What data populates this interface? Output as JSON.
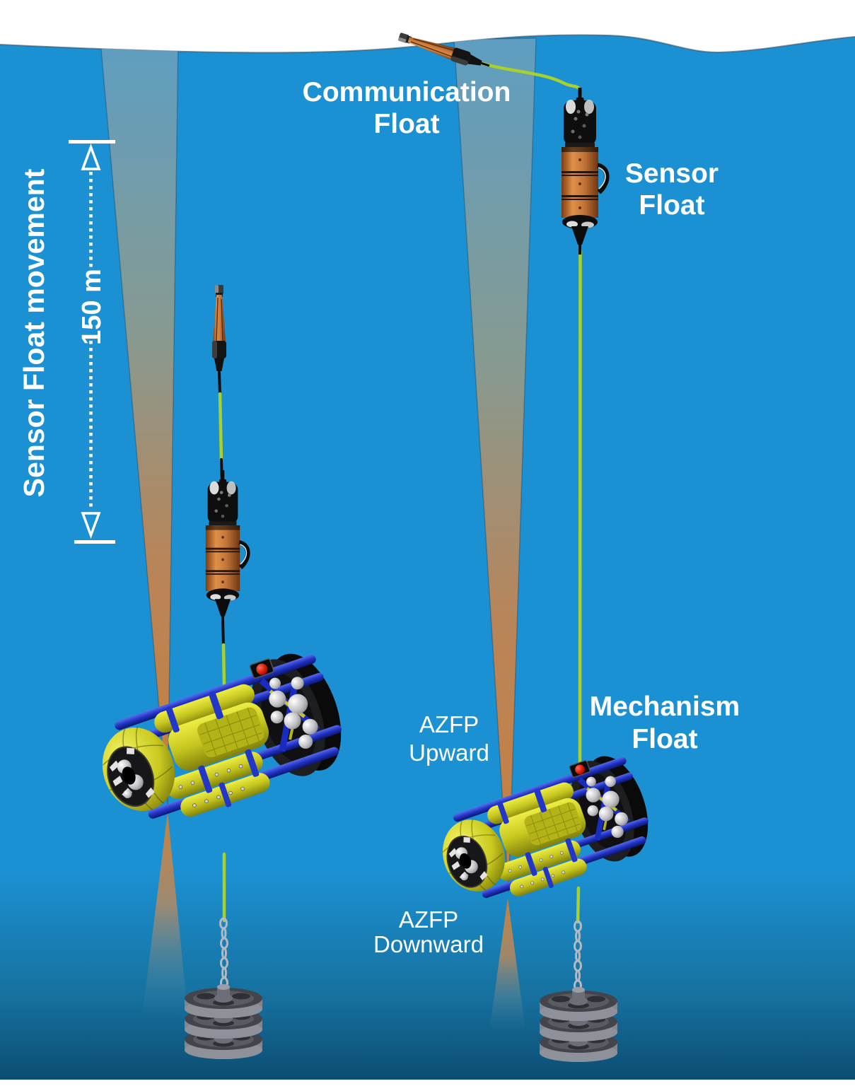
{
  "diagram": {
    "labels": {
      "communication_float": {
        "line1": "Communication",
        "line2": "Float"
      },
      "sensor_float": {
        "line1": "Sensor",
        "line2": "Float"
      },
      "mechanism_float": {
        "line1": "Mechanism",
        "line2": "Float"
      },
      "azfp_upward": {
        "line1": "AZFP",
        "line2": "Upward"
      },
      "azfp_downward": {
        "line1": "AZFP",
        "line2": "Downward"
      },
      "movement_axis": "Sensor Float movement",
      "movement_distance": "150 m"
    },
    "icons": {
      "measure_arrow": "double-headed-dotted-arrow-icon"
    },
    "colors": {
      "sky": "#ffffff",
      "ocean": "#1b91d3",
      "ocean_deep": "#0c4d72",
      "beam_far": "#5e9ec2",
      "beam_near": "#c9813d",
      "cable": "#a9d02b",
      "float_orange": "#c87a38",
      "mech_yellow": "#d2d226",
      "frame_blue": "#2236c8",
      "anchor_gray": "#7e8189",
      "label_text": "#ffffff"
    }
  }
}
